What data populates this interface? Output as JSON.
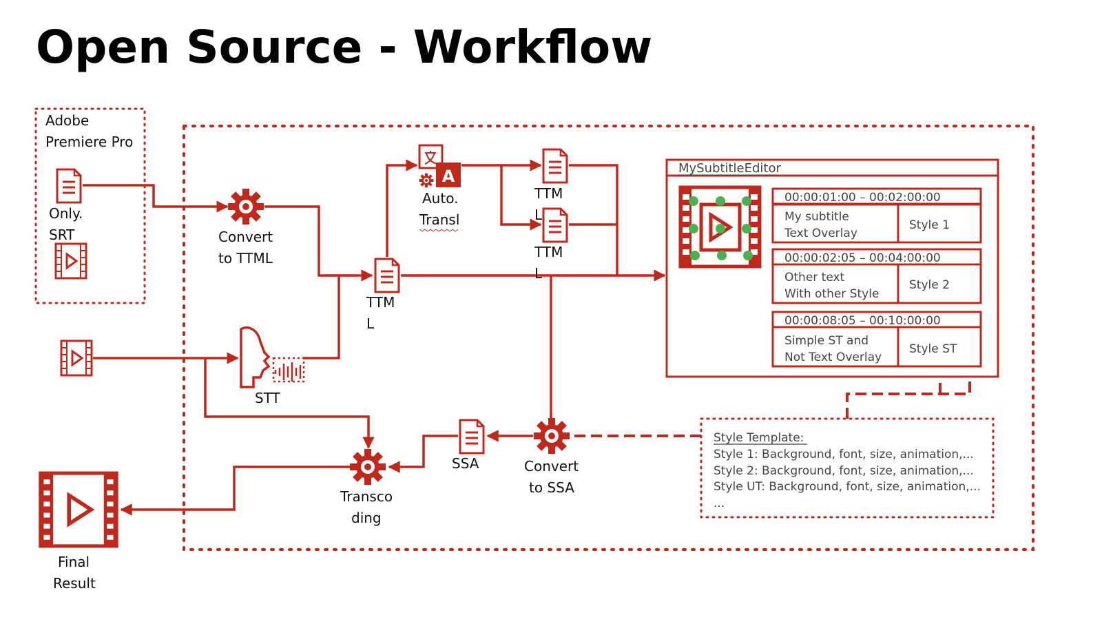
{
  "title": "Open Source - Workflow",
  "colors": {
    "accent": "#c0281c",
    "dot": "#4caf50"
  },
  "premiere": {
    "line1": "Adobe",
    "line2": "Premiere Pro"
  },
  "only_srt": {
    "line1": "Only.",
    "line2": "SRT"
  },
  "convert_ttml": {
    "line1": "Convert",
    "line2": "to TTML"
  },
  "ttml_main": {
    "line1": "TTM",
    "line2": "L"
  },
  "auto_transl": {
    "line1": "Auto.",
    "line2": "Transl"
  },
  "ttml_top": {
    "line1": "TTM",
    "line2": "L"
  },
  "ttml_mid": {
    "line1": "TTM",
    "line2": "L"
  },
  "stt": {
    "label": "STT"
  },
  "editor": {
    "title": "MySubtitleEditor",
    "rows": [
      {
        "time": "00:00:01:00 – 00:02:00:00",
        "text1": "My subtitle",
        "text2": "Text Overlay",
        "style": "Style 1"
      },
      {
        "time": "00:00:02:05 – 00:04:00:00",
        "text1": "Other text",
        "text2": "With other Style",
        "style": "Style 2"
      },
      {
        "time": "00:00:08:05 – 00:10:00:00",
        "text1": "Simple ST and",
        "text2": "Not Text Overlay",
        "style": "Style ST"
      }
    ]
  },
  "ssa": {
    "label": "SSA"
  },
  "convert_ssa": {
    "line1": "Convert",
    "line2": "to SSA"
  },
  "transcoding": {
    "line1": "Transco",
    "line2": "ding"
  },
  "final": {
    "line1": "Final",
    "line2": "Result"
  },
  "style_template": {
    "heading": "Style Template:",
    "lines": [
      "Style 1: Background, font, size, animation,...",
      "Style 2: Background, font, size, animation,...",
      "Style UT: Background, font, size, animation,...",
      "..."
    ]
  }
}
